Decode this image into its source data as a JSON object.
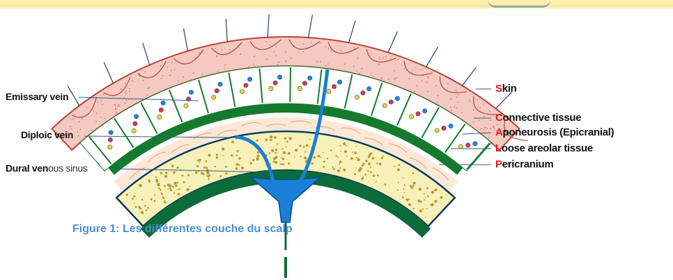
{
  "labels_left": {
    "emissary_vein": "Emissary vein",
    "diploic_vein": "Diploic vein",
    "dural_sinus_bold": "Dural ven",
    "dural_sinus_rest": "ous sinus"
  },
  "labels_right": [
    {
      "initial": "S",
      "rest": "kin"
    },
    {
      "initial": "C",
      "rest": "onnective tissue"
    },
    {
      "initial": "A",
      "rest": "poneurosis (Epicranial)"
    },
    {
      "initial": "L",
      "rest": "oose areolar tissue"
    },
    {
      "initial": "P",
      "rest": "ericranium"
    }
  ],
  "caption": "Figure 1: Les différentes couche du scalp",
  "colors": {
    "skin": "#f3c9c0",
    "skin_border": "#b8433c",
    "connective": "#ffffff",
    "aponeurosis": "#157a2e",
    "areolar": "#fde7d6",
    "bone": "#f7f0b8",
    "bone_spots": "#b8962e",
    "dura": "#0c6b3a",
    "sinus": "#1a7fd6",
    "initial_red": "#e3161b",
    "caption_blue": "#4a8fcf"
  }
}
